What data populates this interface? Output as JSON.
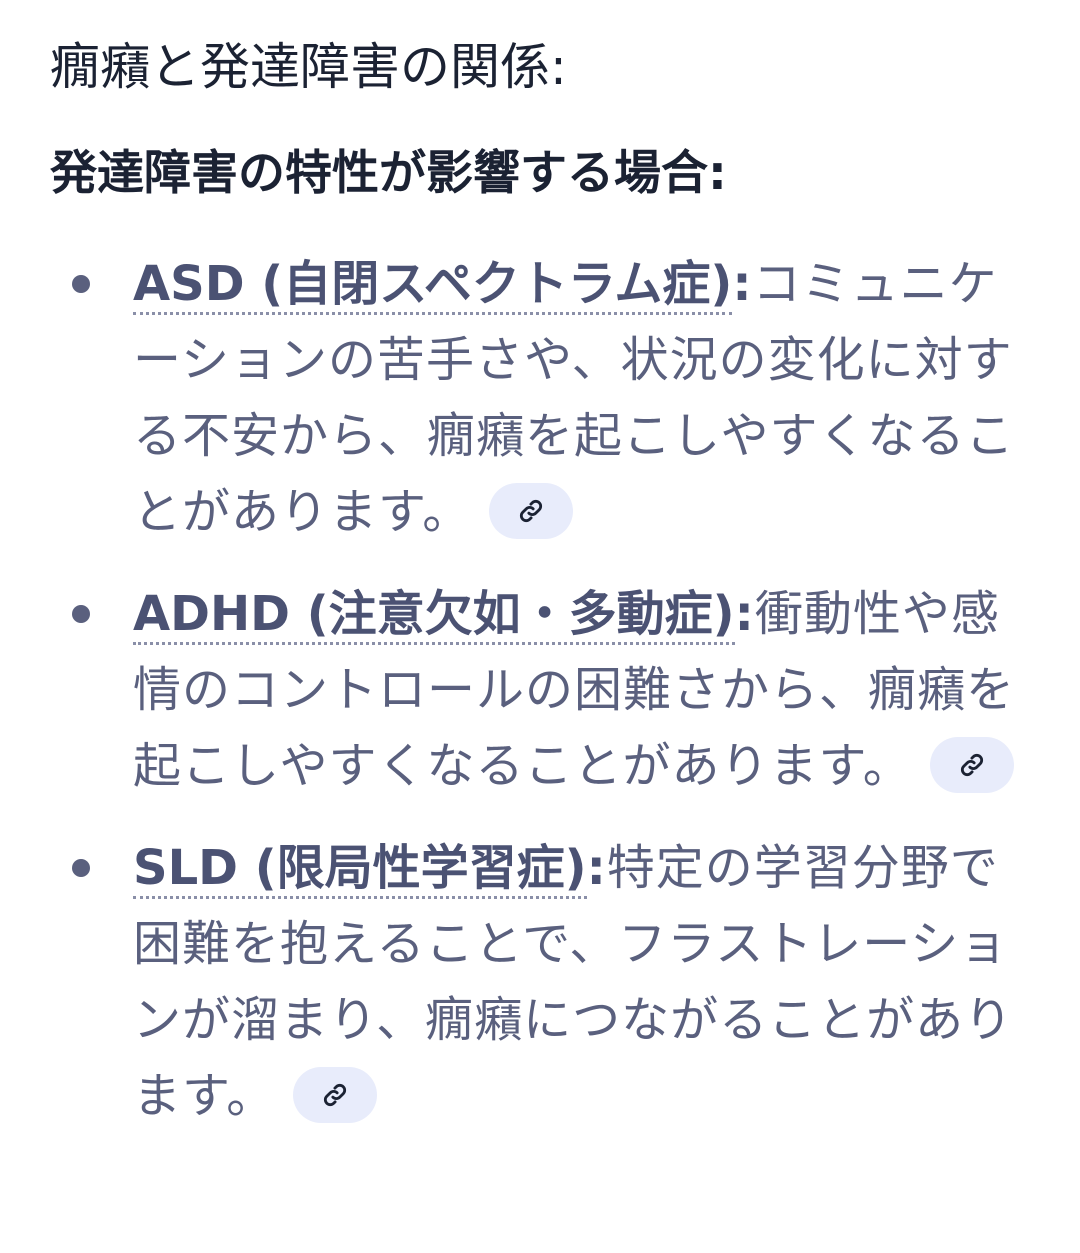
{
  "heading": "癇癪と発達障害の関係:",
  "subheading": "発達障害の特性が影響する場合:",
  "items": [
    {
      "term": "ASD (自閉スペクトラム症)",
      "colon": ":",
      "text": "コミュニケーションの苦手さや、状況の変化に対する不安から、癇癪を起こしやすくなることがあります。"
    },
    {
      "term": "ADHD (注意欠如・多動症)",
      "colon": ":",
      "text": "衝動性や感情のコントロールの困難さから、癇癪を起こしやすくなることがあります。"
    },
    {
      "term": "SLD (限局性学習症)",
      "colon": ":",
      "text": "特定の学習分野で困難を抱えることで、フラストレーションが溜まり、癇癪につながることがあります。"
    }
  ],
  "icons": {
    "link": "link-icon"
  },
  "colors": {
    "heading": "#1b2233",
    "body_text": "#5a607e",
    "chip_bg": "#e8ecfb"
  }
}
